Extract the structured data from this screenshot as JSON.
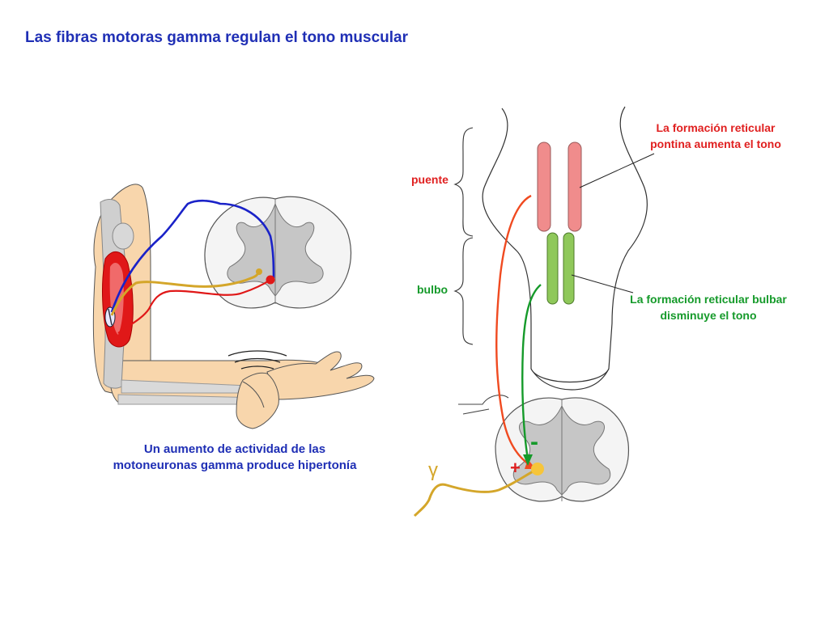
{
  "title": "Las fibras motoras gamma regulan el tono muscular",
  "caption": {
    "line1": "Un aumento de actividad de las",
    "line2": "motoneuronas gamma produce hipertonía"
  },
  "labels": {
    "puente": "puente",
    "bulbo": "bulbo",
    "pontine_line1": "La formación reticular",
    "pontine_line2": "pontina aumenta el tono",
    "bulbar_line1": "La formación reticular bulbar",
    "bulbar_line2": "disminuye el tono",
    "plus": "+",
    "minus": "-",
    "gamma": "γ"
  },
  "colors": {
    "title_blue": "#1f2fb5",
    "excitatory_red": "#e02020",
    "inhibitory_green": "#159a2a",
    "gamma_gold": "#d4a62a",
    "pontine_nuclei": "#f08c8c",
    "bulbar_nuclei": "#8fc85a"
  }
}
